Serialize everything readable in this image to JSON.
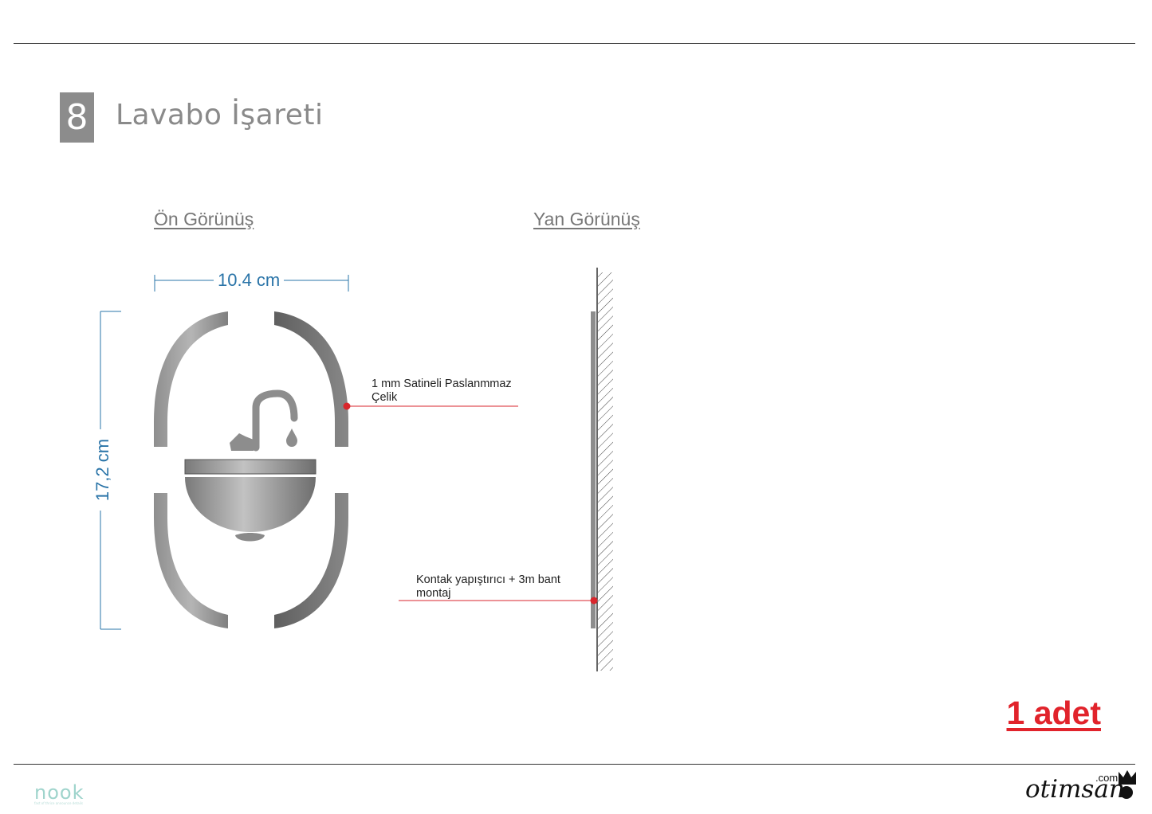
{
  "header": {
    "number": "8",
    "title": "Lavabo İşareti"
  },
  "views": {
    "front": "Ön Görünüş",
    "side": "Yan Görünüş"
  },
  "dimensions": {
    "width": "10.4 cm",
    "height": "17,2 cm"
  },
  "callouts": {
    "material": "1 mm Satineli Paslanmmaz\nÇelik",
    "mounting": "Kontak yapıştırıcı + 3m bant\nmontaj"
  },
  "quantity": "1 adet",
  "footer": {
    "brand_left": "nook",
    "brand_left_tagline": "fast of thrice announce details",
    "brand_right": "otimsan",
    "brand_right_suffix": ".com"
  },
  "colors": {
    "dimension": "#2a74a8",
    "callout_line": "#d9262c",
    "quantity": "#e1232b",
    "steel": "#9a9a9a"
  }
}
